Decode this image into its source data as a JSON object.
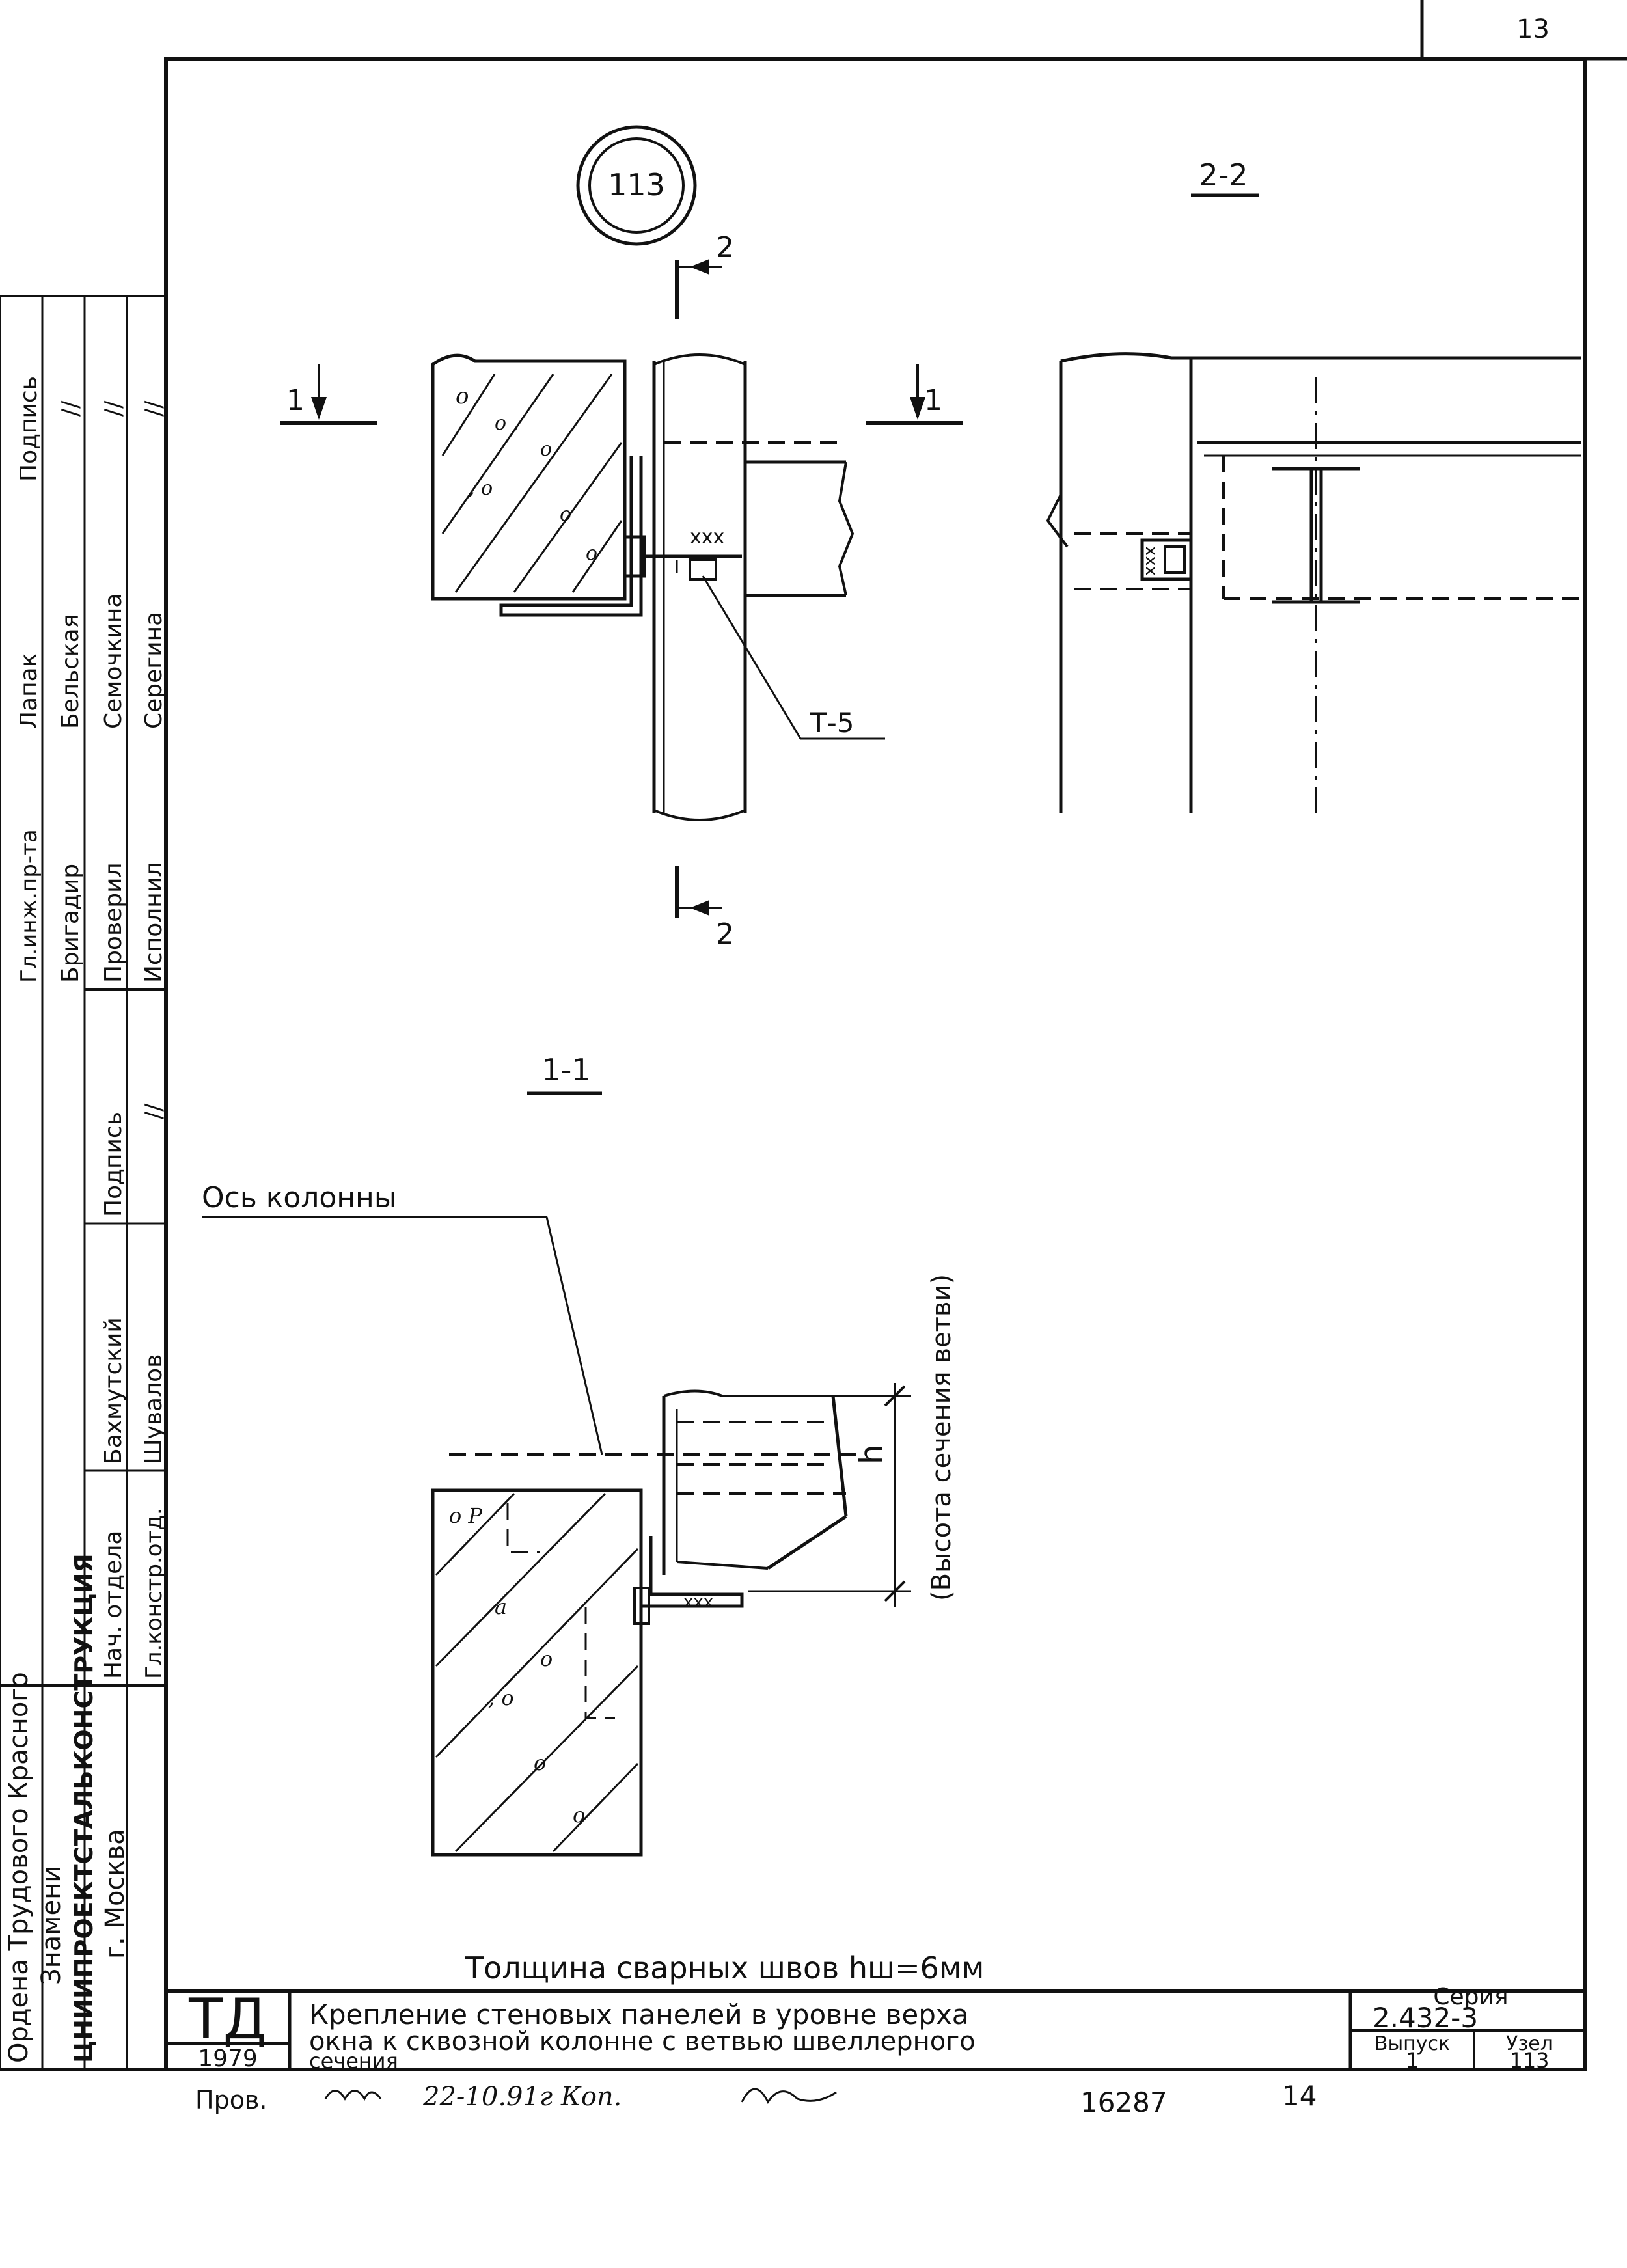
{
  "page_number": "13",
  "node_circle": "113",
  "section_cut_label": "2",
  "section_1_mark": "1",
  "section_2_2_title": "2-2",
  "section_1_1_title": "1-1",
  "part_label": "Т-5",
  "weld_marks": "ххх",
  "column_axis_label": "Ось колонны",
  "dimension_h": "h",
  "dimension_note": "(Высота сечения ветви)",
  "weld_note": "Толщина сварных швов hш=6мм",
  "side_stamp": {
    "org_line1": "Ордена Трудового Красного",
    "org_line2": "Знамени",
    "org_line3": "ЦНИИПРОЕКТСТАЛЬКОНСТРУКЦИЯ",
    "org_line4": "г. Москва",
    "rows": [
      {
        "role": "Нач. отдела",
        "name": "Бахмутский",
        "sign": "Подпись"
      },
      {
        "role": "Гл.констр.отд.",
        "name": "Шувалов",
        "sign": "//"
      }
    ],
    "rows2": [
      {
        "role": "Гл.инж.пр-та",
        "name": "Лапак",
        "sign": "Подпись"
      },
      {
        "role": "Бригадир",
        "name": "Бельская",
        "sign": "//"
      },
      {
        "role": "Проверил",
        "name": "Семочкина",
        "sign": "//"
      },
      {
        "role": "Исполнил",
        "name": "Серегина",
        "sign": "//"
      }
    ]
  },
  "title_block": {
    "logo": "ТД",
    "year": "1979",
    "title_line1": "Крепление стеновых панелей в уровне верха",
    "title_line2": "окна к сквозной колонне с ветвью швеллерного",
    "title_line3": "сечения",
    "series_label": "Серия",
    "series_value": "2.432-3",
    "issue_label": "Выпуск",
    "issue_value": "1",
    "node_label": "Узел",
    "node_value": "113"
  },
  "footer": {
    "checked_label": "Пров.",
    "handwritten": "22-10.91г Коп.",
    "doc_number": "16287",
    "sheet": "14"
  }
}
